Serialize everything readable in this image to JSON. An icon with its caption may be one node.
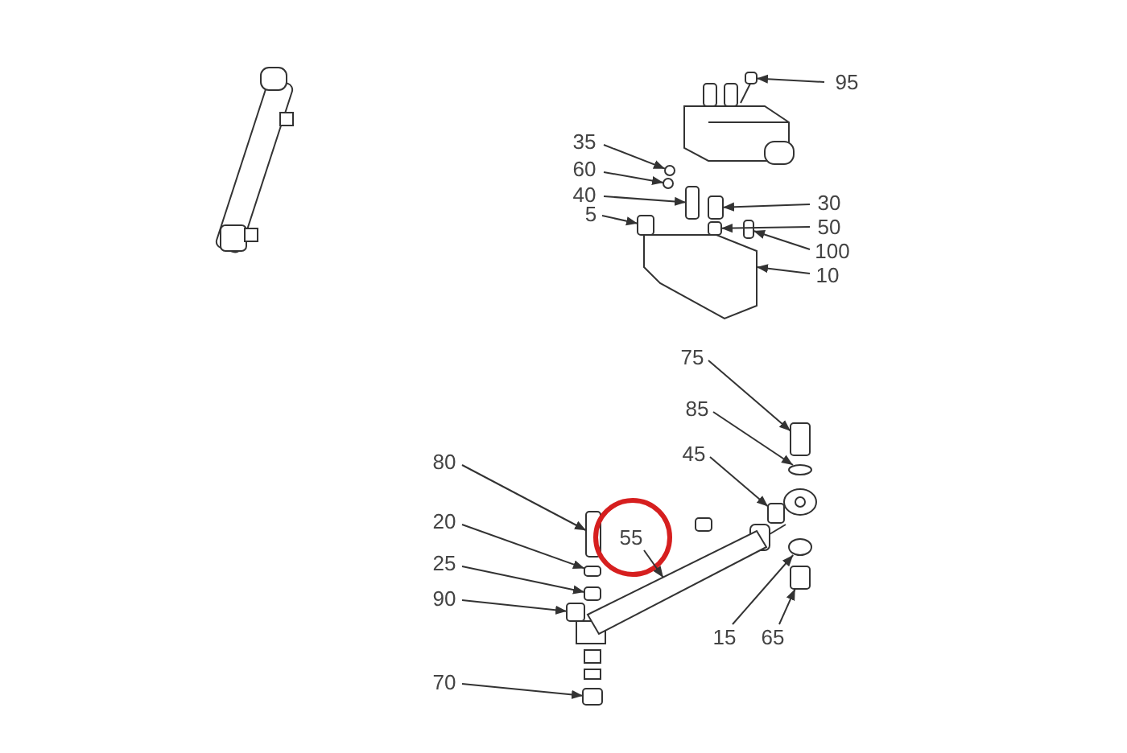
{
  "diagram": {
    "nodes": [
      {
        "text": [
          "95"
        ]
      },
      {
        "text": [
          "35"
        ]
      },
      {
        "text": [
          "60"
        ]
      },
      {
        "text": [
          "30"
        ]
      },
      {
        "text": [
          "40"
        ]
      },
      {
        "text": [
          "5"
        ]
      },
      {
        "text": [
          "50"
        ]
      },
      {
        "text": [
          "100"
        ]
      },
      {
        "text": [
          "10"
        ]
      },
      {
        "text": [
          "75"
        ]
      },
      {
        "text": [
          "85"
        ]
      },
      {
        "text": [
          "45"
        ]
      },
      {
        "text": [
          "80"
        ]
      },
      {
        "text": [
          "20"
        ]
      },
      {
        "text": [
          "55"
        ]
      },
      {
        "text": [
          "25"
        ]
      },
      {
        "text": [
          "90"
        ]
      },
      {
        "text": [
          "15"
        ]
      },
      {
        "text": [
          "65"
        ]
      },
      {
        "text": [
          "70"
        ]
      },
      {
        "text": [],
        "shape": "box"
      },
      {
        "text": [],
        "shape": "circle"
      },
      {
        "text": [],
        "shape": "circle"
      },
      {
        "text": [],
        "shape": "box"
      },
      {
        "text": [],
        "shape": "box"
      },
      {
        "text": [],
        "shape": "box"
      },
      {
        "text": [],
        "shape": "box"
      },
      {
        "text": [],
        "shape": "box"
      },
      {
        "text": [],
        "shape": "picture"
      },
      {
        "text": [],
        "shape": "box"
      },
      {
        "text": [],
        "shape": "circle"
      },
      {
        "text": [],
        "shape": "box"
      },
      {
        "text": [],
        "shape": "box"
      },
      {
        "text": [],
        "shape": "box"
      },
      {
        "text": [],
        "shape": "picture"
      },
      {
        "text": [],
        "shape": "box"
      },
      {
        "text": [],
        "shape": "box"
      },
      {
        "text": [],
        "shape": "circle"
      },
      {
        "text": [],
        "shape": "box"
      },
      {
        "text": [],
        "shape": "box"
      }
    ],
    "edges": [
      {
        "from": 0,
        "to": 20,
        "arrow": "to"
      },
      {
        "from": 1,
        "to": 21,
        "arrow": "to"
      },
      {
        "from": 2,
        "to": 22,
        "arrow": "to"
      },
      {
        "from": 3,
        "to": 23,
        "arrow": "to"
      },
      {
        "from": 4,
        "to": 24,
        "arrow": "to"
      },
      {
        "from": 5,
        "to": 25,
        "arrow": "to"
      },
      {
        "from": 6,
        "to": 26,
        "arrow": "to"
      },
      {
        "from": 7,
        "to": 27,
        "arrow": "to"
      },
      {
        "from": 8,
        "to": 28,
        "arrow": "to"
      },
      {
        "from": 9,
        "to": 29,
        "arrow": "to"
      },
      {
        "from": 10,
        "to": 30,
        "arrow": "to"
      },
      {
        "from": 11,
        "to": 31,
        "arrow": "to"
      },
      {
        "from": 12,
        "to": 32,
        "arrow": "to"
      },
      {
        "from": 13,
        "to": 33,
        "arrow": "to"
      },
      {
        "from": 14,
        "to": 34,
        "arrow": "to"
      },
      {
        "from": 15,
        "to": 35,
        "arrow": "to"
      },
      {
        "from": 16,
        "to": 36,
        "arrow": "to"
      },
      {
        "from": 17,
        "to": 37,
        "arrow": "to"
      },
      {
        "from": 18,
        "to": 38,
        "arrow": "to"
      },
      {
        "from": 19,
        "to": 39,
        "arrow": "to"
      }
    ]
  }
}
